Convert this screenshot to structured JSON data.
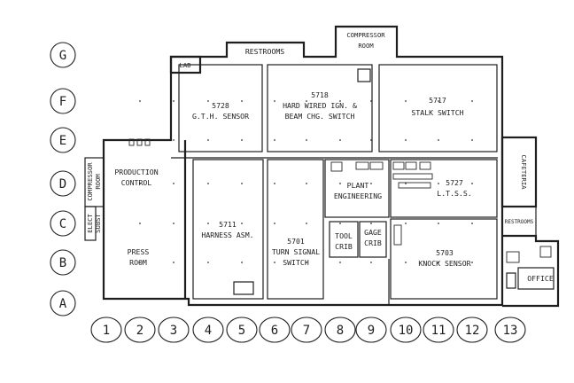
{
  "grid": {
    "rows": [
      "G",
      "F",
      "E",
      "D",
      "C",
      "B",
      "A"
    ],
    "columns": [
      "1",
      "2",
      "3",
      "4",
      "5",
      "6",
      "7",
      "8",
      "9",
      "10",
      "11",
      "12",
      "13"
    ]
  },
  "rooms": {
    "restrooms_top": "RESTROOMS",
    "compressor_top": [
      "COMPRESSOR",
      "ROOM"
    ],
    "lab": "LAB",
    "r5728": [
      "5728",
      "G.T.H. SENSOR"
    ],
    "r5718": [
      "5718",
      "HARD WIRED IGN. &",
      "BEAM CHG. SWITCH"
    ],
    "r5717": [
      "5717",
      "STALK SWITCH"
    ],
    "production_control": [
      "PRODUCTION",
      "CONTROL"
    ],
    "compressor_left": [
      "COMPRESSOR",
      "ROOM"
    ],
    "elect_subst": [
      "ELECT",
      "SUBST"
    ],
    "press_room": [
      "PRESS",
      "ROOM"
    ],
    "r5711": [
      "5711",
      "HARNESS ASM."
    ],
    "r5701": [
      "5701",
      "TURN SIGNAL",
      "SWITCH"
    ],
    "plant_engineering": [
      "PLANT",
      "ENGINEERING"
    ],
    "r5727": [
      "5727",
      "L.T.S.S."
    ],
    "tool_crib": [
      "TOOL",
      "CRIB"
    ],
    "gage_crib": [
      "GAGE",
      "CRIB"
    ],
    "r5703": [
      "5703",
      "KNOCK SENSOR"
    ],
    "cafeteria": "CAFETERIA",
    "restrooms_right": "RESTROOMS",
    "office": "OFFICE"
  }
}
